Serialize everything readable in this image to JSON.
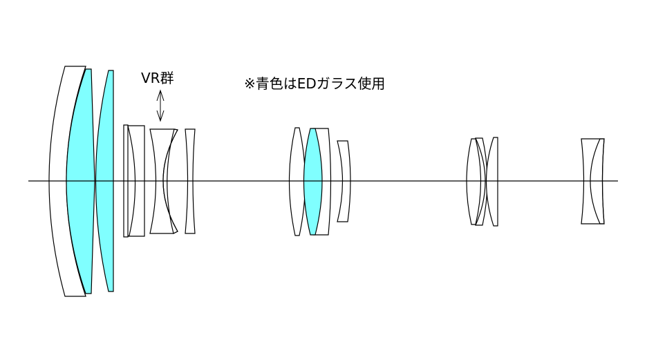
{
  "labels": {
    "vr_group": "VR群",
    "note": "※青色はEDガラス使用"
  },
  "colors": {
    "ed_glass": "#80FFFF",
    "normal_glass": "#FFFFFF",
    "outline": "#000000",
    "background": "#FFFFFF"
  },
  "legend": {
    "ed_glass_color_name": "青色",
    "ed_glass_meaning": "EDガラス使用"
  },
  "lens_groups": [
    {
      "name": "front-group",
      "elements": [
        {
          "id": "L1",
          "type": "negative-meniscus",
          "ed": false
        },
        {
          "id": "L2",
          "type": "biconvex",
          "ed": true
        },
        {
          "id": "L3",
          "type": "positive-meniscus",
          "ed": true
        }
      ]
    },
    {
      "name": "vr-group",
      "label_key": "vr_group",
      "movement": "vertical",
      "elements": [
        {
          "id": "L4",
          "type": "negative",
          "ed": false
        },
        {
          "id": "L5",
          "type": "biconcave",
          "ed": false
        },
        {
          "id": "L6",
          "type": "meniscus",
          "ed": false
        },
        {
          "id": "L7",
          "type": "biconcave",
          "ed": false
        }
      ]
    },
    {
      "name": "middle-group",
      "elements": [
        {
          "id": "L8",
          "type": "biconvex",
          "ed": false
        },
        {
          "id": "L9",
          "type": "biconvex",
          "ed": true
        },
        {
          "id": "L10",
          "type": "meniscus",
          "ed": false
        },
        {
          "id": "L11",
          "type": "negative-meniscus",
          "ed": false
        }
      ]
    },
    {
      "name": "rear-group-1",
      "elements": [
        {
          "id": "L12",
          "type": "biconvex",
          "ed": false
        },
        {
          "id": "L13",
          "type": "meniscus",
          "ed": false
        },
        {
          "id": "L14",
          "type": "meniscus",
          "ed": false
        }
      ]
    },
    {
      "name": "rear-group-2",
      "elements": [
        {
          "id": "L15",
          "type": "biconcave",
          "ed": false
        },
        {
          "id": "L16",
          "type": "meniscus",
          "ed": false
        }
      ]
    }
  ]
}
